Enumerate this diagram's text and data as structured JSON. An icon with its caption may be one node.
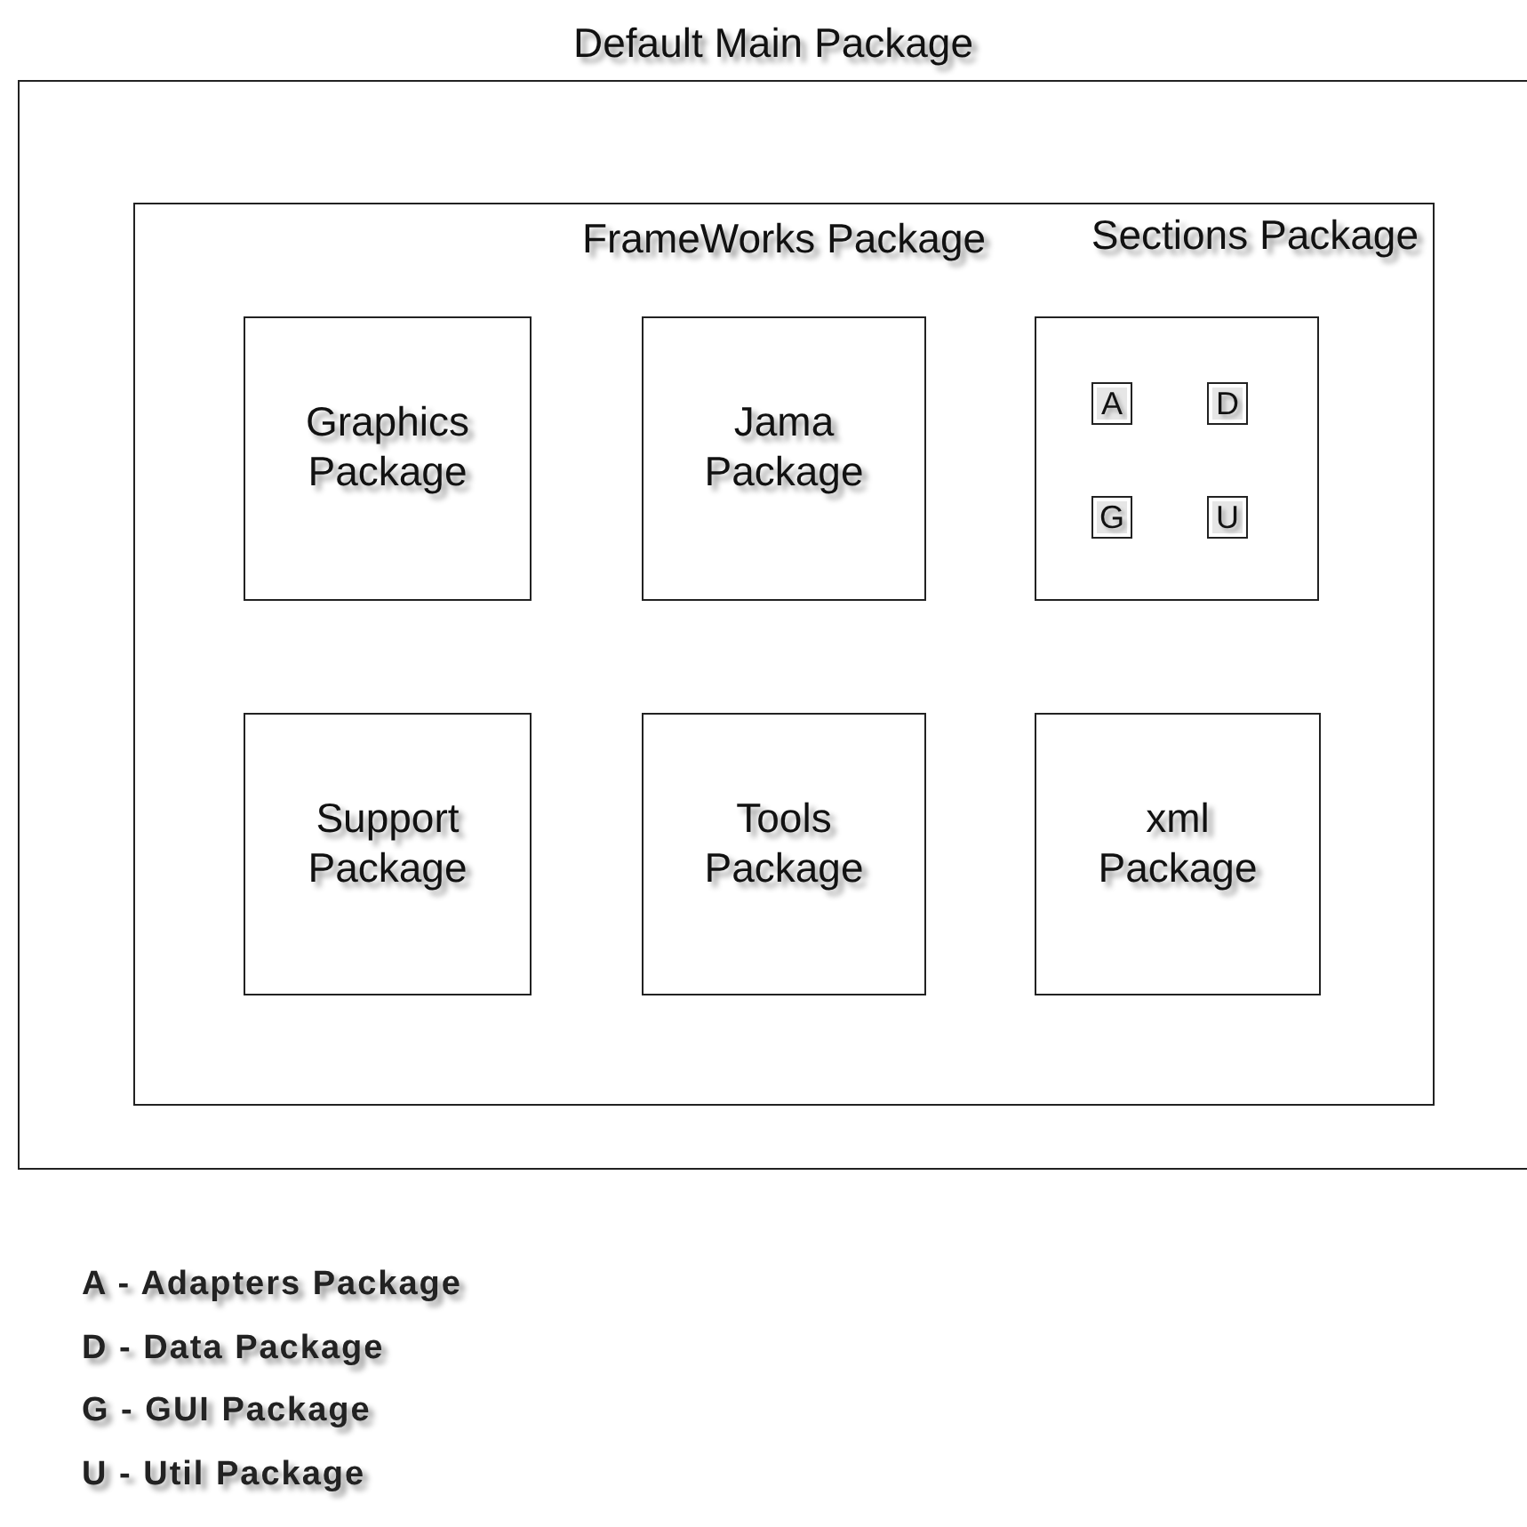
{
  "diagram": {
    "nodes": [
      {
        "text": [
          "Default Main Package"
        ]
      },
      {
        "text": [
          "FrameWorks Package"
        ],
        "in": 0
      },
      {
        "text": [
          "Graphics Package"
        ],
        "in": 1
      },
      {
        "text": [
          "Jama Package"
        ],
        "in": 1
      },
      {
        "text": [
          "Sections Package"
        ],
        "in": 1
      },
      {
        "text": [
          "A"
        ],
        "in": 4
      },
      {
        "text": [
          "D"
        ],
        "in": 4
      },
      {
        "text": [
          "G"
        ],
        "in": 4
      },
      {
        "text": [
          "U"
        ],
        "in": 4
      },
      {
        "text": [
          "Support Package"
        ],
        "in": 1
      },
      {
        "text": [
          "Tools Package"
        ],
        "in": 1
      },
      {
        "text": [
          "xml Package"
        ],
        "in": 1
      }
    ],
    "labels": [
      "A - Adapters Package",
      "D - Data Package",
      "G - GUI Package",
      "U - Util Package"
    ]
  }
}
